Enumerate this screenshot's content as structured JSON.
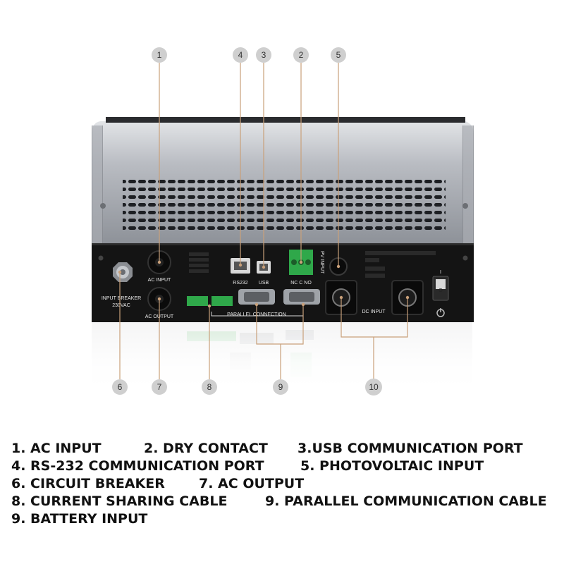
{
  "callouts": [
    {
      "num": "1"
    },
    {
      "num": "4"
    },
    {
      "num": "3"
    },
    {
      "num": "2"
    },
    {
      "num": "5"
    },
    {
      "num": "6"
    },
    {
      "num": "7"
    },
    {
      "num": "8"
    },
    {
      "num": "9"
    },
    {
      "num": "10"
    }
  ],
  "panel_labels": {
    "ac_input": "AC INPUT",
    "ac_output": "AC OUTPUT",
    "rs232": "RS232",
    "usb": "USB",
    "nc_c_no": "NC  C  NO",
    "pv_input": "PV INPUT",
    "dc_input": "DC INPUT",
    "parallel_connection": "PARALLEL CONNECTION",
    "input_breaker": "INPUT BREAKER",
    "breaker_rating": "230VAC",
    "switch_on": "I",
    "switch_off": "O"
  },
  "legend": [
    [
      "1. AC INPUT",
      "2. DRY CONTACT",
      "3.USB COMMUNICATION PORT"
    ],
    [
      "4. RS-232 COMMUNICATION PORT",
      "5. PHOTOVOLTAIC INPUT"
    ],
    [
      "6. CIRCUIT BREAKER",
      "7. AC OUTPUT"
    ],
    [
      "8. CURRENT SHARING CABLE",
      "9. PARALLEL COMMUNICATION CABLE"
    ],
    [
      "9. BATTERY INPUT"
    ]
  ],
  "colors": {
    "callout_bg": "#cfcfcf",
    "leader": "#c9a07a",
    "case_silver": "#b4b8bf",
    "panel_black": "#141414",
    "terminal_green": "#2fa84a"
  }
}
